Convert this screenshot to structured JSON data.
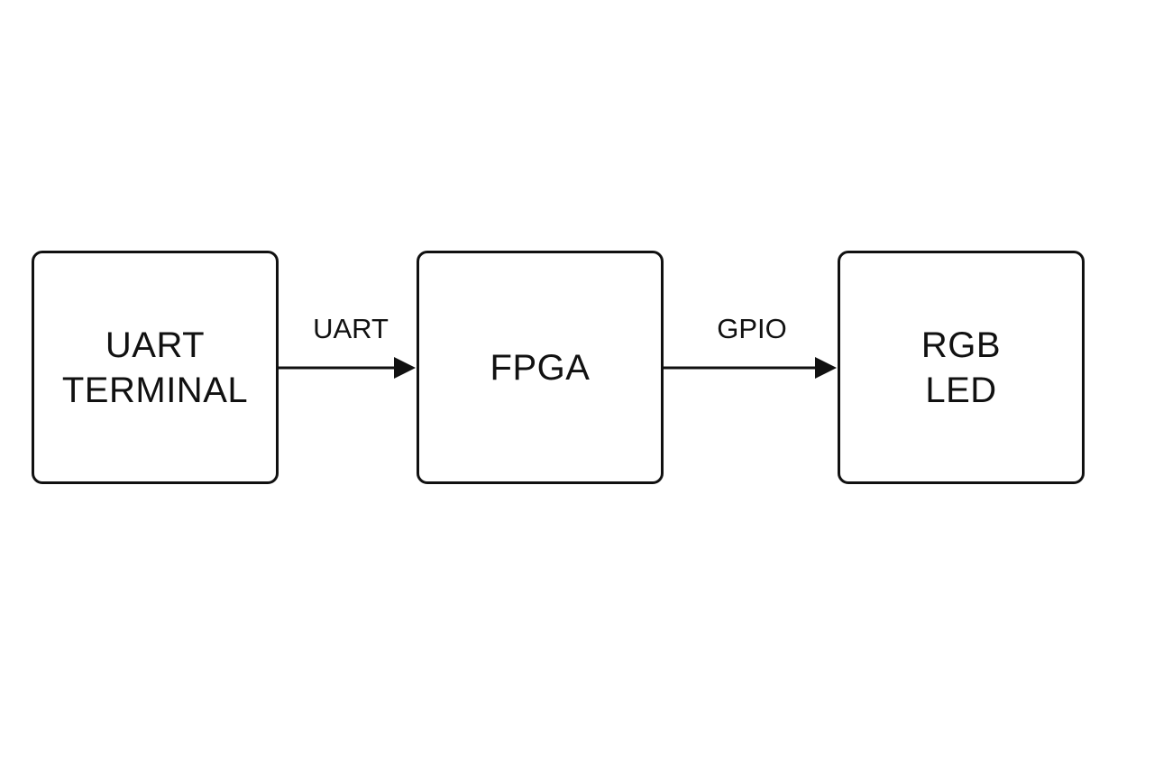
{
  "blocks": {
    "uart_terminal": {
      "lines": [
        "UART",
        "TERMINAL"
      ]
    },
    "fpga": {
      "lines": [
        "FPGA"
      ]
    },
    "rgb_led": {
      "lines": [
        "RGB",
        "LED"
      ]
    }
  },
  "connections": [
    {
      "from": "UART TERMINAL",
      "to": "FPGA",
      "label": "UART"
    },
    {
      "from": "FPGA",
      "to": "RGB LED",
      "label": "GPIO"
    }
  ],
  "colors": {
    "stroke": "#111111",
    "background": "#ffffff"
  }
}
